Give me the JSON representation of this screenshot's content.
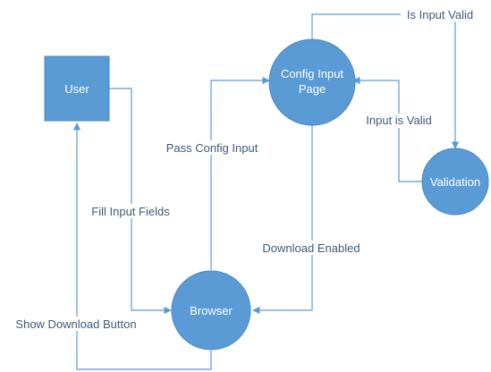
{
  "colors": {
    "node_fill": "#5b9bd5",
    "node_stroke": "#5b9bd5",
    "edge": "#5b9bd5",
    "node_text": "#ffffff",
    "edge_text": "#3f5a7a"
  },
  "nodes": {
    "user": {
      "label": "User",
      "shape": "square"
    },
    "config": {
      "line1": "Config Input",
      "line2": "Page",
      "shape": "circle"
    },
    "validation": {
      "label": "Validation",
      "shape": "circle"
    },
    "browser": {
      "label": "Browser",
      "shape": "circle"
    }
  },
  "edges": {
    "is_input_valid": {
      "label": "Is Input Valid",
      "from": "Config Input Page",
      "to": "Validation"
    },
    "input_is_valid": {
      "label": "Input is Valid",
      "from": "Validation",
      "to": "Config Input Page"
    },
    "pass_config_input": {
      "label": "Pass Config Input",
      "from": "Browser",
      "to": "Config Input Page"
    },
    "fill_input_fields": {
      "label": "Fill Input Fields",
      "from": "User",
      "to": "Browser"
    },
    "download_enabled": {
      "label": "Download Enabled",
      "from": "Config Input Page",
      "to": "Browser"
    },
    "show_download_button": {
      "label": "Show Download Button",
      "from": "Browser",
      "to": "User"
    }
  }
}
